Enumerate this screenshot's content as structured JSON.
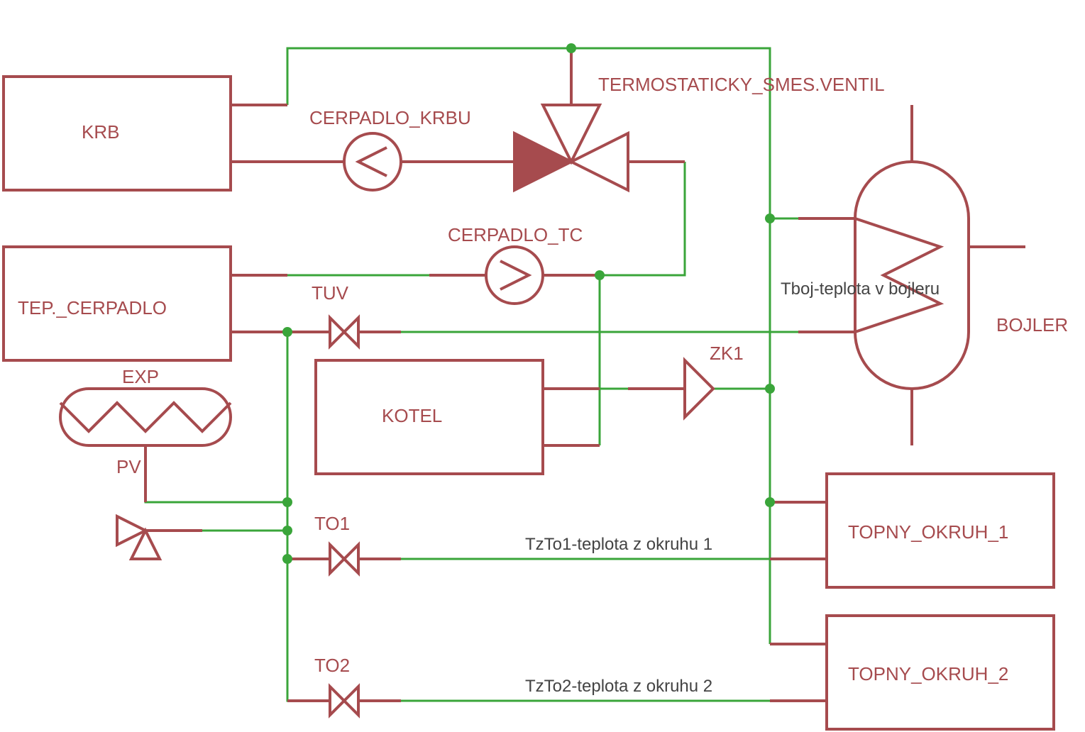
{
  "colors": {
    "symbol": "#a64b4e",
    "pipe": "#3aa53a",
    "annotation": "#444444",
    "background": "#ffffff"
  },
  "labels": {
    "krb": "KRB",
    "tep_cerpadlo": "TEP._CERPADLO",
    "kotel": "KOTEL",
    "topny_okruh_1": "TOPNY_OKRUH_1",
    "topny_okruh_2": "TOPNY_OKRUH_2",
    "cerpadlo_krbu": "CERPADLO_KRBU",
    "cerpadlo_tc": "CERPADLO_TC",
    "termostaticky": "TERMOSTATICKY_SMES.VENTIL",
    "bojler": "BOJLER",
    "tuv": "TUV",
    "zk1": "ZK1",
    "exp": "EXP",
    "pv": "PV",
    "to1": "TO1",
    "to2": "TO2"
  },
  "annotations": {
    "tboj": "Tboj-teplota v bojleru",
    "tzto1": "TzTo1-teplota z okruhu 1",
    "tzto2": "TzTo2-teplota z okruhu 2"
  },
  "icons": {
    "pumps": "pump-circle-icon",
    "valves": "bowtie-valve-icon",
    "mixing_valve": "three-way-valve-icon",
    "expansion": "expansion-tank-icon",
    "safety_valve": "safety-valve-icon",
    "check_valve": "check-valve-icon",
    "boiler_tank": "water-heater-tank-icon"
  }
}
